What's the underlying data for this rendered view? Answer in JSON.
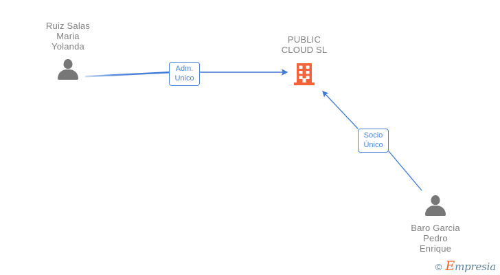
{
  "diagram": {
    "type": "corporate-relationship-graph",
    "background_color": "#ffffff",
    "accent_color": "#4a86d8",
    "company_color": "#f4623a",
    "person_color": "#777777",
    "label_color": "#808080"
  },
  "company": {
    "name": "PUBLIC\nCLOUD  SL",
    "icon": "building-icon"
  },
  "people": [
    {
      "name": "Ruiz Salas\nMaria\nYolanda",
      "icon": "person-icon"
    },
    {
      "name": "Baro Garcia\nPedro\nEnrique",
      "icon": "person-icon"
    }
  ],
  "relations": [
    {
      "label": "Adm.\nUnico",
      "from": "Ruiz Salas Maria Yolanda",
      "to": "PUBLIC CLOUD SL"
    },
    {
      "label": "Socio\nÚnico",
      "from": "Baro Garcia Pedro Enrique",
      "to": "PUBLIC CLOUD SL"
    }
  ],
  "watermark": {
    "copyright": "©",
    "brand_initial": "E",
    "brand_rest": "mpresia"
  }
}
